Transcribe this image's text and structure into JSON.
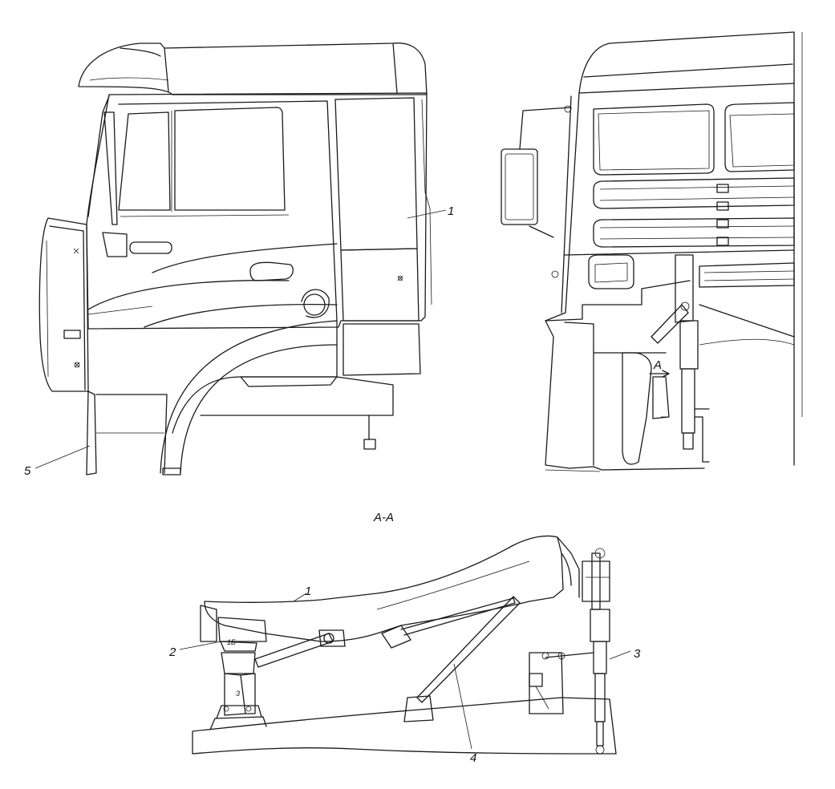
{
  "section_title": "A-A",
  "view_marker": "A",
  "callouts": {
    "side_1": "1",
    "side_5": "5",
    "sec_1": "1",
    "sec_2": "2",
    "sec_3": "3",
    "sec_4": "4"
  },
  "small_marks": {
    "m_1b": "1Б",
    "m_3": "3"
  }
}
